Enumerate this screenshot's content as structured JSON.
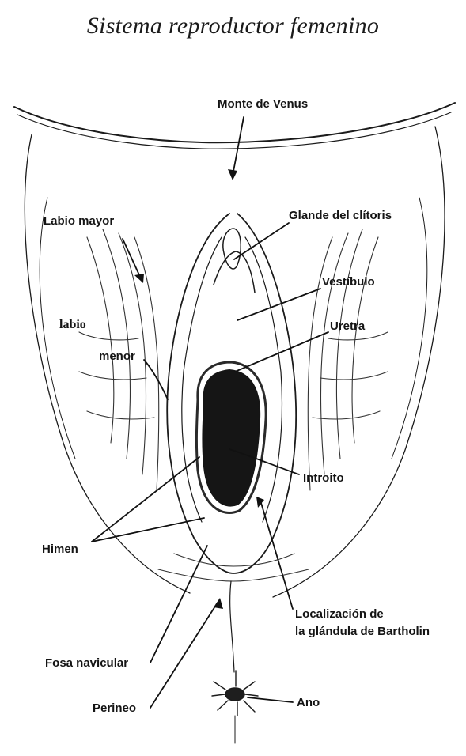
{
  "title": "Sistema reproductor femenino",
  "labels": {
    "monte_de_venus": "Monte de Venus",
    "labio_mayor": "Labio mayor",
    "labio": "labio",
    "menor": "menor",
    "glande_del_clitoris": "Glande del clítoris",
    "vestibulo": "Vestíbulo",
    "uretra": "Uretra",
    "introito": "Introito",
    "himen": "Himen",
    "localizacion_line1": "Localización de",
    "localizacion_line2": "la glándula de Bartholin",
    "fosa_navicular": "Fosa navicular",
    "perineo": "Perineo",
    "ano": "Ano"
  }
}
